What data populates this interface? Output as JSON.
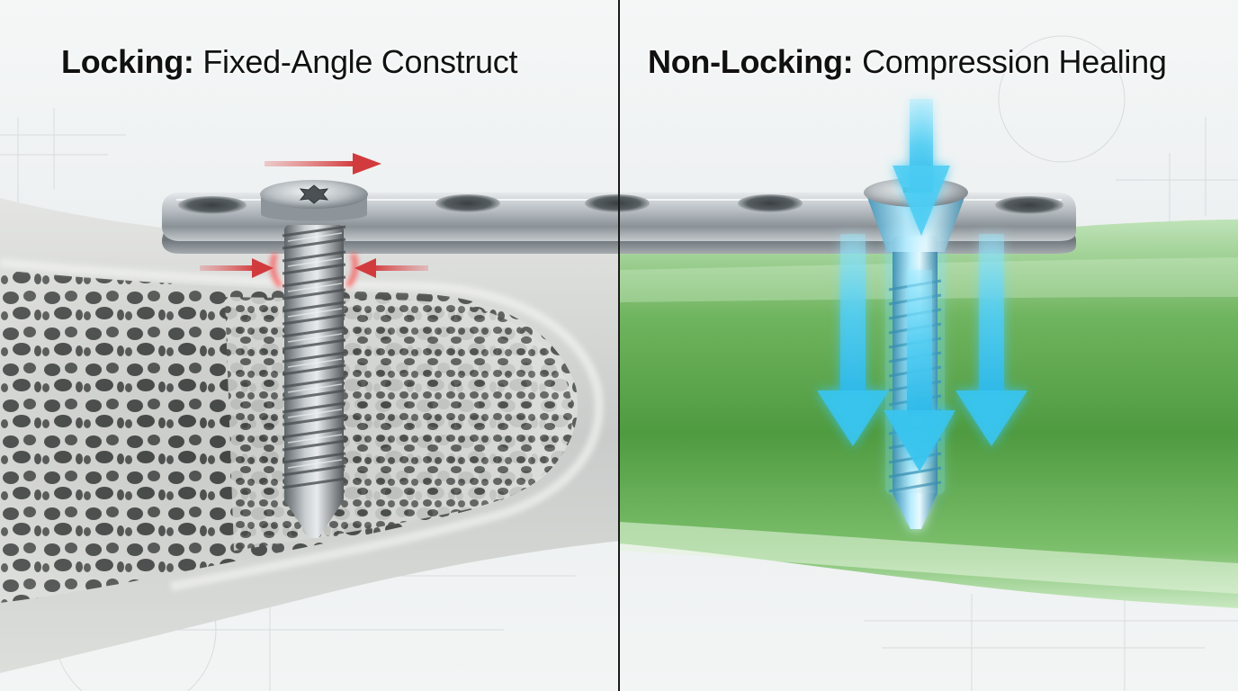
{
  "panels": {
    "left": {
      "title_bold": "Locking:",
      "title_rest": "Fixed-Angle Construct"
    },
    "right": {
      "title_bold": "Non-Locking:",
      "title_rest": "Compression Healing"
    }
  },
  "colors": {
    "background": "#eef2f3",
    "divider": "#1a1a1a",
    "bone_cortex": "#d6d8d6",
    "bone_trabecular": "#5a5d5c",
    "healing_bone": "#5aa84a",
    "plate_metal": "#b8bec3",
    "force_arrow_red": "#d8484a",
    "compression_arrow_cyan": "#39c4ee",
    "cyan_glow": "#7fe3ff"
  },
  "icons": {
    "lateral_force": "red-arrow-icon",
    "compression": "cyan-down-arrow-icon",
    "screw_head": "torx-drive-icon"
  }
}
